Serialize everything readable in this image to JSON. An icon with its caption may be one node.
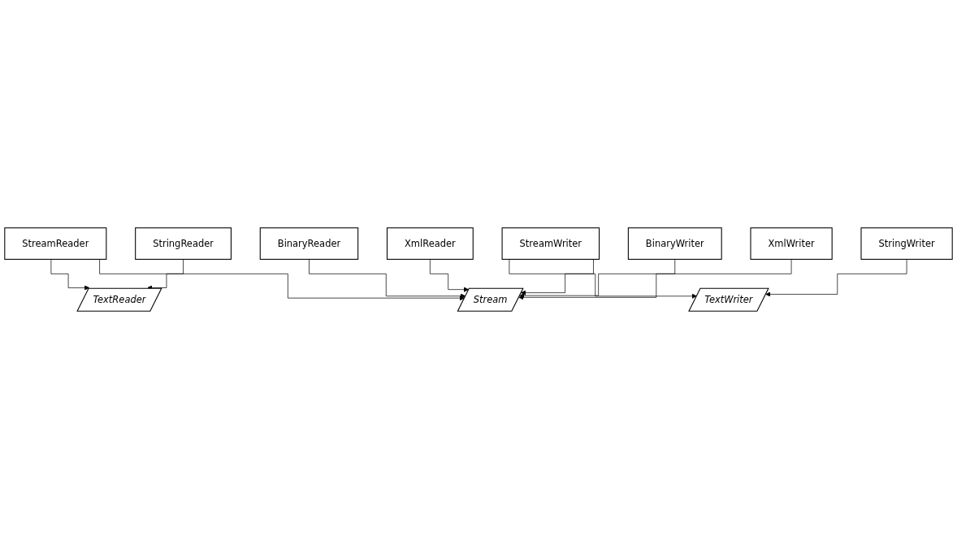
{
  "diagram": {
    "nodes": [
      {
        "text": [
          "TextReader"
        ]
      },
      {
        "text": [
          "TextWriter"
        ]
      },
      {
        "text": [
          "StreamReader"
        ]
      },
      {
        "text": [
          "StringReader"
        ]
      },
      {
        "text": [
          "StreamWriter"
        ]
      },
      {
        "text": [
          "StringWriter"
        ]
      },
      {
        "text": [
          "Stream"
        ]
      },
      {
        "text": [
          "BinaryReader"
        ]
      },
      {
        "text": [
          "BinaryWriter"
        ]
      },
      {
        "text": [
          "XmlReader"
        ]
      },
      {
        "text": [
          "XmlWriter"
        ]
      }
    ],
    "edges": [
      {
        "from": 2,
        "to": 0,
        "arrow": "to"
      },
      {
        "from": 3,
        "to": 0,
        "arrow": "to"
      },
      {
        "from": 4,
        "to": 1,
        "arrow": "to"
      },
      {
        "from": 5,
        "to": 1,
        "arrow": "to"
      },
      {
        "from": 2,
        "to": 6,
        "arrow": "to"
      },
      {
        "from": 4,
        "to": 6,
        "arrow": "to"
      },
      {
        "from": 7,
        "to": 6,
        "arrow": "to"
      },
      {
        "from": 9,
        "to": 6,
        "arrow": "to"
      },
      {
        "from": 8,
        "to": 6,
        "arrow": "to"
      },
      {
        "from": 10,
        "to": 6,
        "arrow": "to"
      }
    ]
  }
}
